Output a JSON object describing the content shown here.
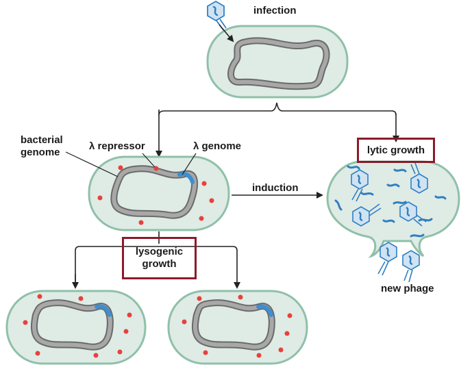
{
  "colors": {
    "cell_fill": "#dfebe5",
    "cell_stroke": "#8fc0a9",
    "genome": "#9c9c9c",
    "genome_edge": "#6a6a6a",
    "phage_genome": "#3d8fd1",
    "repressor": "#e8413c",
    "phage": "#2f7fc1",
    "box_border": "#8b1a2b",
    "arrow": "#222222"
  },
  "labels": {
    "infection": "infection",
    "bacterial_genome": "bacterial genome",
    "lambda_repressor": "λ repressor",
    "lambda_genome": "λ genome",
    "lytic_growth": "lytic growth",
    "induction": "induction",
    "lysogenic_growth": "lysogenic growth",
    "new_phage": "new phage"
  }
}
